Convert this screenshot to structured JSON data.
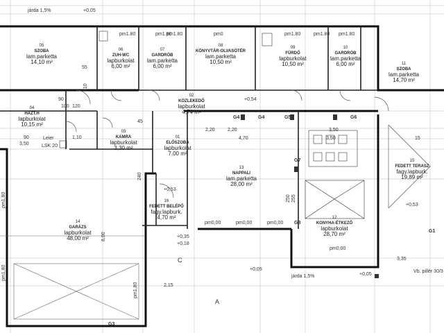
{
  "rooms": [
    {
      "num": "05",
      "name": "SZOBA",
      "floor": "lam.parketta",
      "area": "14,10 m²"
    },
    {
      "num": "06",
      "name": "ZUH-WC",
      "floor": "lapburkolat",
      "area": "6,00 m²"
    },
    {
      "num": "07",
      "name": "GARDRÓB",
      "floor": "lam.parketta",
      "area": "6,00 m²"
    },
    {
      "num": "08",
      "name": "KÖNYVTÁR-OLVASÓTÉR",
      "floor": "lam.parketta",
      "area": "10,50 m²"
    },
    {
      "num": "09",
      "name": "FÜRDŐ",
      "floor": "lapburkolat",
      "area": "10,50 m²"
    },
    {
      "num": "10",
      "name": "GARDRÓB",
      "floor": "lam.parketta",
      "area": "6,00 m²"
    },
    {
      "num": "11",
      "name": "SZOBA",
      "floor": "lam.parketta",
      "area": "14,70 m²"
    },
    {
      "num": "04",
      "name": "HÁZT.H",
      "floor": "lapburkolat",
      "area": "10,15 m²"
    },
    {
      "num": "02",
      "name": "KÖZLEKEDŐ",
      "floor": "lapburkolat",
      "area": "4,74 m²"
    },
    {
      "num": "03",
      "name": "KAMRA",
      "floor": "lapburkolat",
      "area": "3,30 m²"
    },
    {
      "num": "01",
      "name": "ELŐSZOBA",
      "floor": "lapburkolat",
      "area": "7,00 m²"
    },
    {
      "num": "13",
      "name": "NAPPALI",
      "floor": "lam.parketta",
      "area": "28,00 m²"
    },
    {
      "num": "15",
      "name": "FEDETT TERASZ",
      "floor": "fagy.lapburk.",
      "area": "19,89 m²"
    },
    {
      "num": "16",
      "name": "FEDETT BELÉPŐ",
      "floor": "fagy.lapburk.",
      "area": "4,70 m²"
    },
    {
      "num": "14",
      "name": "GARÁZS",
      "floor": "lapburkolat",
      "area": "48,00 m²"
    },
    {
      "num": "12",
      "name": "KONYHA-ÉTKEZŐ",
      "floor": "lapburkolat",
      "area": "28,70 m²"
    }
  ],
  "labels": {
    "jarda_top": "járda 1,5%",
    "jarda_bottom": "járda 1,5%",
    "leier": "Leier",
    "lsk": "LSK 20",
    "pm_top": [
      "pm1.80",
      "pm1.80",
      "pm1.80",
      "pm0",
      "pm1.80",
      "pm1.80",
      "pm1.80"
    ],
    "pm_mid": [
      "pm0,00",
      "pm0,00",
      "pm0,00",
      "pm0,00"
    ],
    "pm_left": [
      "pm1,80",
      "pm1,80",
      "pm1,80"
    ],
    "levels": [
      "+0,05",
      "+0,54",
      "+0,53",
      "+0,53",
      "+0,35",
      "+0,18",
      "+0,05",
      "+0,05"
    ],
    "gcodes": [
      "G4",
      "G4",
      "G5",
      "G6",
      "G7",
      "G8",
      "G1",
      "G3"
    ],
    "section": [
      "C",
      "A"
    ],
    "note": "Vb. pillér 30/3",
    "dims": [
      "90",
      "3,50",
      "1,10",
      "90",
      "2,20",
      "2,20",
      "4,70",
      "3,50",
      "3,50",
      "2,15",
      "3,35",
      "8,00",
      "55",
      "15",
      "210",
      "240",
      "250",
      "255",
      "100",
      "120",
      "45"
    ]
  }
}
